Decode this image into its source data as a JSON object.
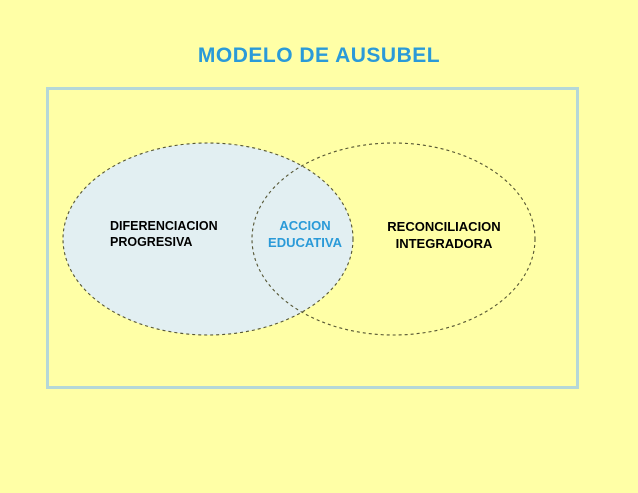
{
  "slide": {
    "background_color": "#ffffa6",
    "title": "MODELO DE AUSUBEL",
    "title_color": "#2a9ad8"
  },
  "frame": {
    "name": "content-frame",
    "border_color": "#b5d8d8"
  },
  "diagram": {
    "type": "venn",
    "left_circle": {
      "label": "DIFERENCIACION\nPROGRESIVA",
      "fill_color": "#e2eff2",
      "stroke_color": "#555533",
      "stroke_style": "dashed",
      "label_color": "#000000"
    },
    "overlap": {
      "label": "ACCION\nEDUCATIVA",
      "label_color": "#2a9ad8"
    },
    "right_circle": {
      "label": "RECONCILIACION\nINTEGRADORA",
      "fill_color": "none",
      "stroke_color": "#555533",
      "stroke_style": "dashed",
      "label_color": "#000000"
    }
  }
}
